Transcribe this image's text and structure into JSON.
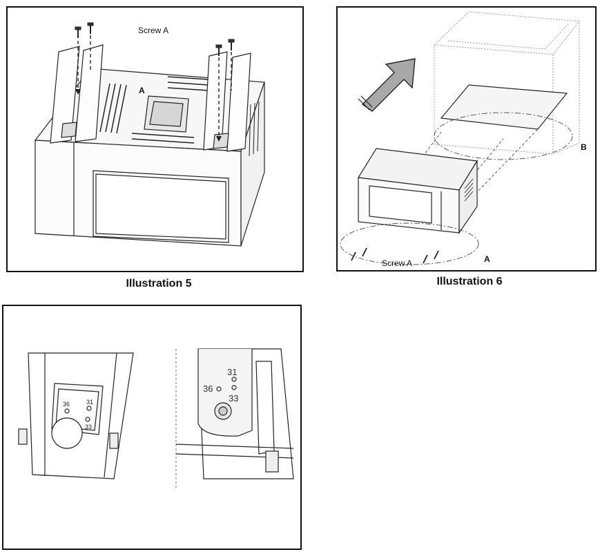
{
  "illustration5": {
    "caption": "Illustration 5",
    "screw_label": "Screw A",
    "part_label": "A"
  },
  "illustration6": {
    "caption": "Illustration 6",
    "screw_label": "Screw A",
    "label_a": "A",
    "label_b": "B"
  },
  "illustration7": {
    "left_hole_numbers": [
      "36",
      "31",
      "33"
    ],
    "right_hole_numbers": [
      "31",
      "36",
      "33"
    ]
  },
  "colors": {
    "line": "#222222",
    "arrow_fill": "#a8a8a8",
    "cabinet_line": "#999999"
  },
  "icons": [
    "screw-icon",
    "direction-arrow-icon"
  ]
}
